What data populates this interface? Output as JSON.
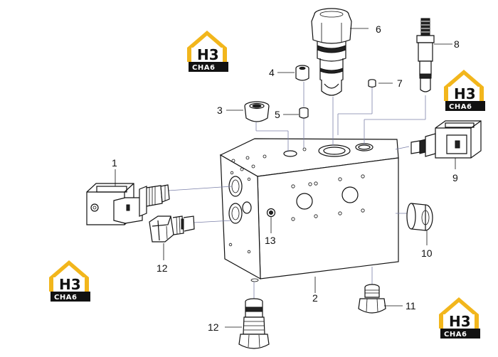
{
  "diagram": {
    "callouts": [
      {
        "id": "c1",
        "label": "1"
      },
      {
        "id": "c2",
        "label": "2"
      },
      {
        "id": "c3",
        "label": "3"
      },
      {
        "id": "c4",
        "label": "4"
      },
      {
        "id": "c5",
        "label": "5"
      },
      {
        "id": "c6",
        "label": "6"
      },
      {
        "id": "c7",
        "label": "7"
      },
      {
        "id": "c8",
        "label": "8"
      },
      {
        "id": "c9",
        "label": "9"
      },
      {
        "id": "c10",
        "label": "10"
      },
      {
        "id": "c11",
        "label": "11"
      },
      {
        "id": "c12a",
        "label": "12"
      },
      {
        "id": "c12b",
        "label": "12"
      },
      {
        "id": "c13",
        "label": "13"
      }
    ]
  },
  "watermark": {
    "big": "H3",
    "small": "CHA6",
    "accent_color": "#f2b61c",
    "ink_color": "#111111"
  }
}
